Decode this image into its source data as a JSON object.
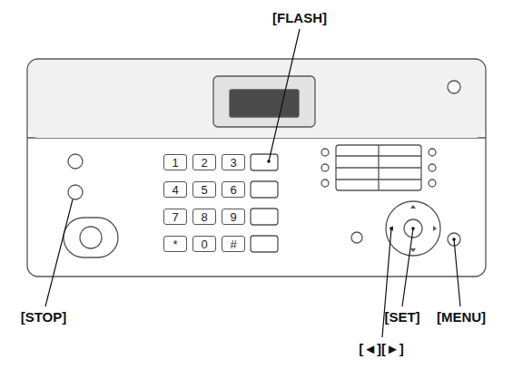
{
  "diagram": {
    "nodes": [
      {
        "text": [
          "1"
        ]
      },
      {
        "text": [
          "2"
        ]
      },
      {
        "text": [
          "3"
        ]
      },
      {
        "text": [
          "4"
        ]
      },
      {
        "text": [
          "5"
        ]
      },
      {
        "text": [
          "6"
        ]
      },
      {
        "text": [
          "7"
        ]
      },
      {
        "text": [
          "8"
        ]
      },
      {
        "text": [
          "9"
        ]
      },
      {
        "text": [
          "*"
        ]
      },
      {
        "text": [
          "0"
        ]
      },
      {
        "text": [
          "#"
        ]
      }
    ],
    "labels": [
      "[FLASH]",
      "[STOP]",
      "[SET]",
      "[◄][►]",
      "[MENU]"
    ]
  }
}
